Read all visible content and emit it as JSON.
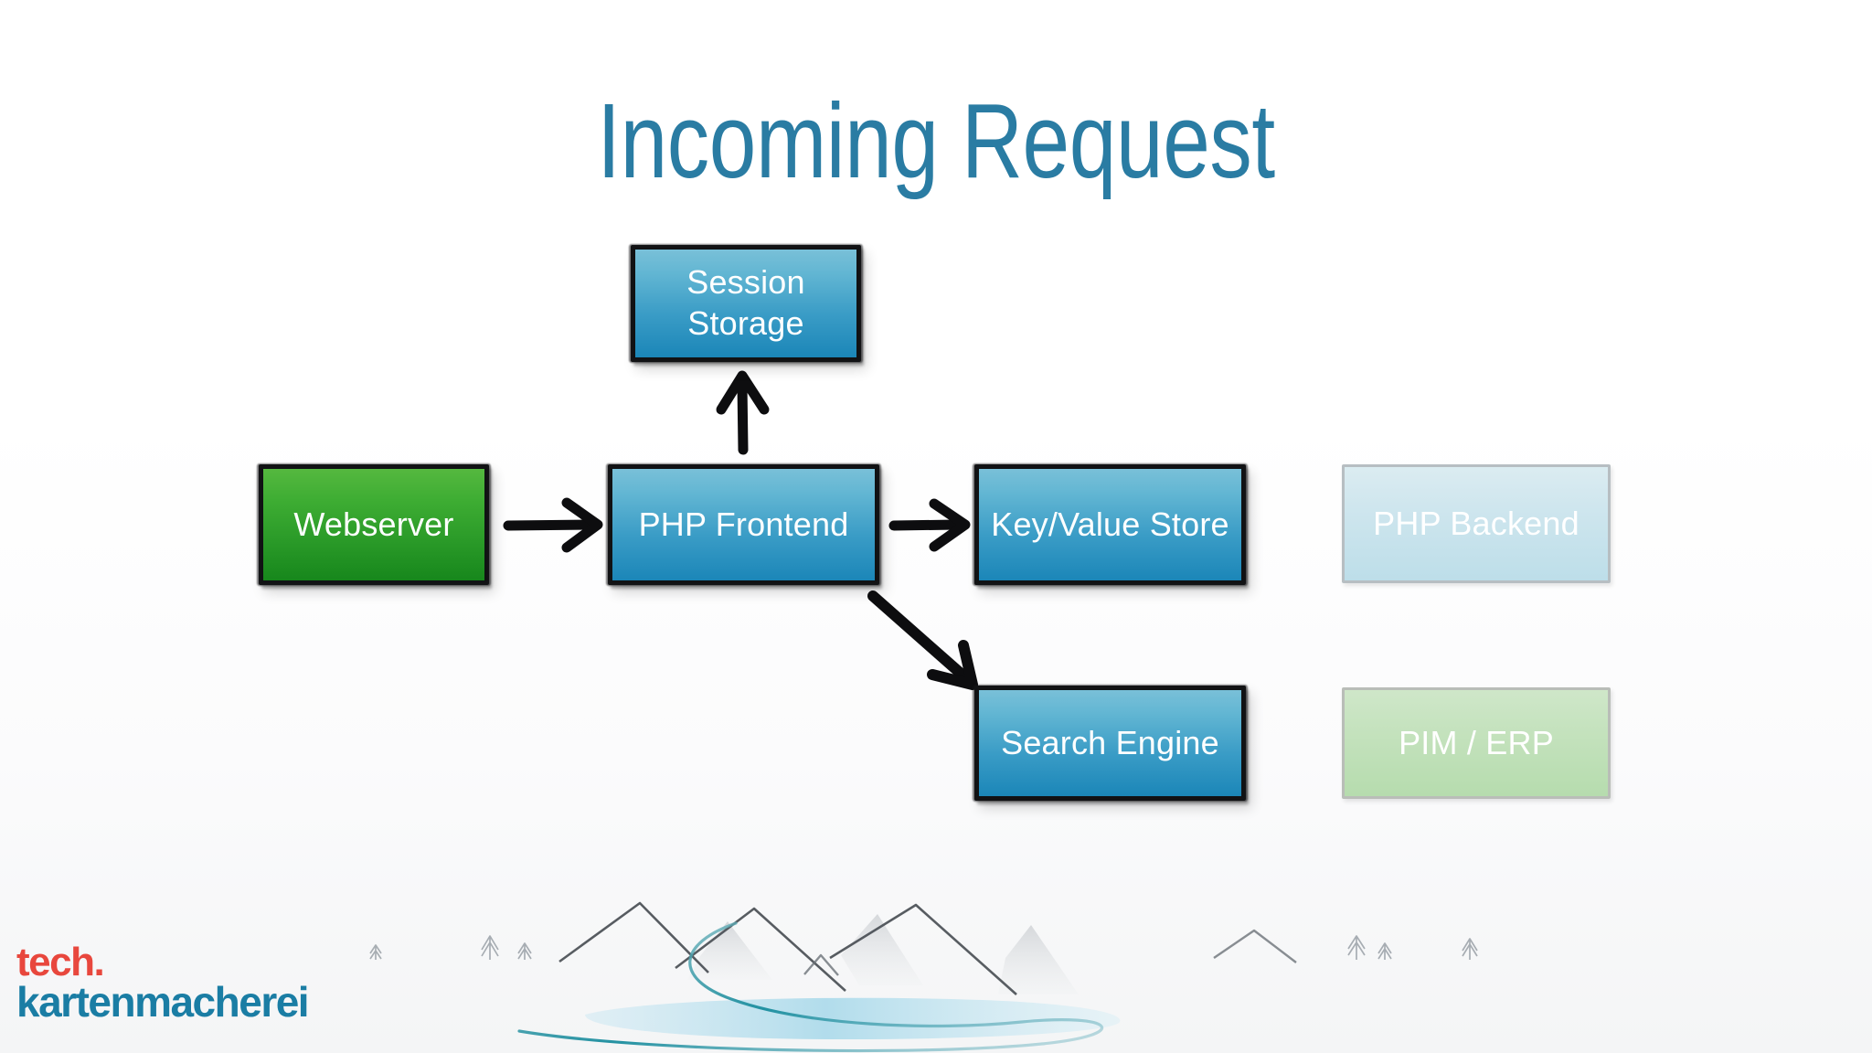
{
  "slide": {
    "title": "Incoming Request",
    "title_color": "#2a7ca3",
    "background_color": "#ffffff"
  },
  "diagram": {
    "type": "flowchart",
    "nodes": [
      {
        "id": "webserver",
        "label": "Webserver",
        "state": "active",
        "color": "green",
        "fill_top": "#55b83f",
        "fill_bottom": "#17871c"
      },
      {
        "id": "php-frontend",
        "label": "PHP Frontend",
        "state": "active",
        "color": "blue",
        "fill_top": "#79c0d8",
        "fill_bottom": "#1b86b8"
      },
      {
        "id": "kv-store",
        "label": "Key/Value Store",
        "state": "active",
        "color": "blue",
        "fill_top": "#79c0d8",
        "fill_bottom": "#1b86b8"
      },
      {
        "id": "php-backend",
        "label": "PHP Backend",
        "state": "faded",
        "color": "blue",
        "fill_top": "#dbecf1",
        "fill_bottom": "#bddee9"
      },
      {
        "id": "session",
        "label": "Session\nStorage",
        "label_line1": "Session",
        "label_line2": "Storage",
        "state": "active",
        "color": "blue",
        "fill_top": "#79c0d8",
        "fill_bottom": "#1b86b8"
      },
      {
        "id": "search",
        "label": "Search Engine",
        "state": "active",
        "color": "blue",
        "fill_top": "#79c0d8",
        "fill_bottom": "#1b86b8"
      },
      {
        "id": "pim-erp",
        "label": "PIM / ERP",
        "state": "faded",
        "color": "green",
        "fill_top": "#cfe7c9",
        "fill_bottom": "#b6dcae"
      }
    ],
    "edges": [
      {
        "from": "webserver",
        "to": "php-frontend",
        "direction": "right"
      },
      {
        "from": "php-frontend",
        "to": "kv-store",
        "direction": "right"
      },
      {
        "from": "php-frontend",
        "to": "session",
        "direction": "up"
      },
      {
        "from": "php-frontend",
        "to": "search",
        "direction": "down-right"
      }
    ],
    "edge_color": "#0d0d0f"
  },
  "logo": {
    "line1": "tech.",
    "line2": "kartenmacherei",
    "line1_color": "#e8473d",
    "line2_color": "#1a7da4"
  },
  "scenery": {
    "name": "mountain-landscape-illustration",
    "accent_color": "#1a8d9e",
    "lake_color": "#bfe3ef"
  }
}
